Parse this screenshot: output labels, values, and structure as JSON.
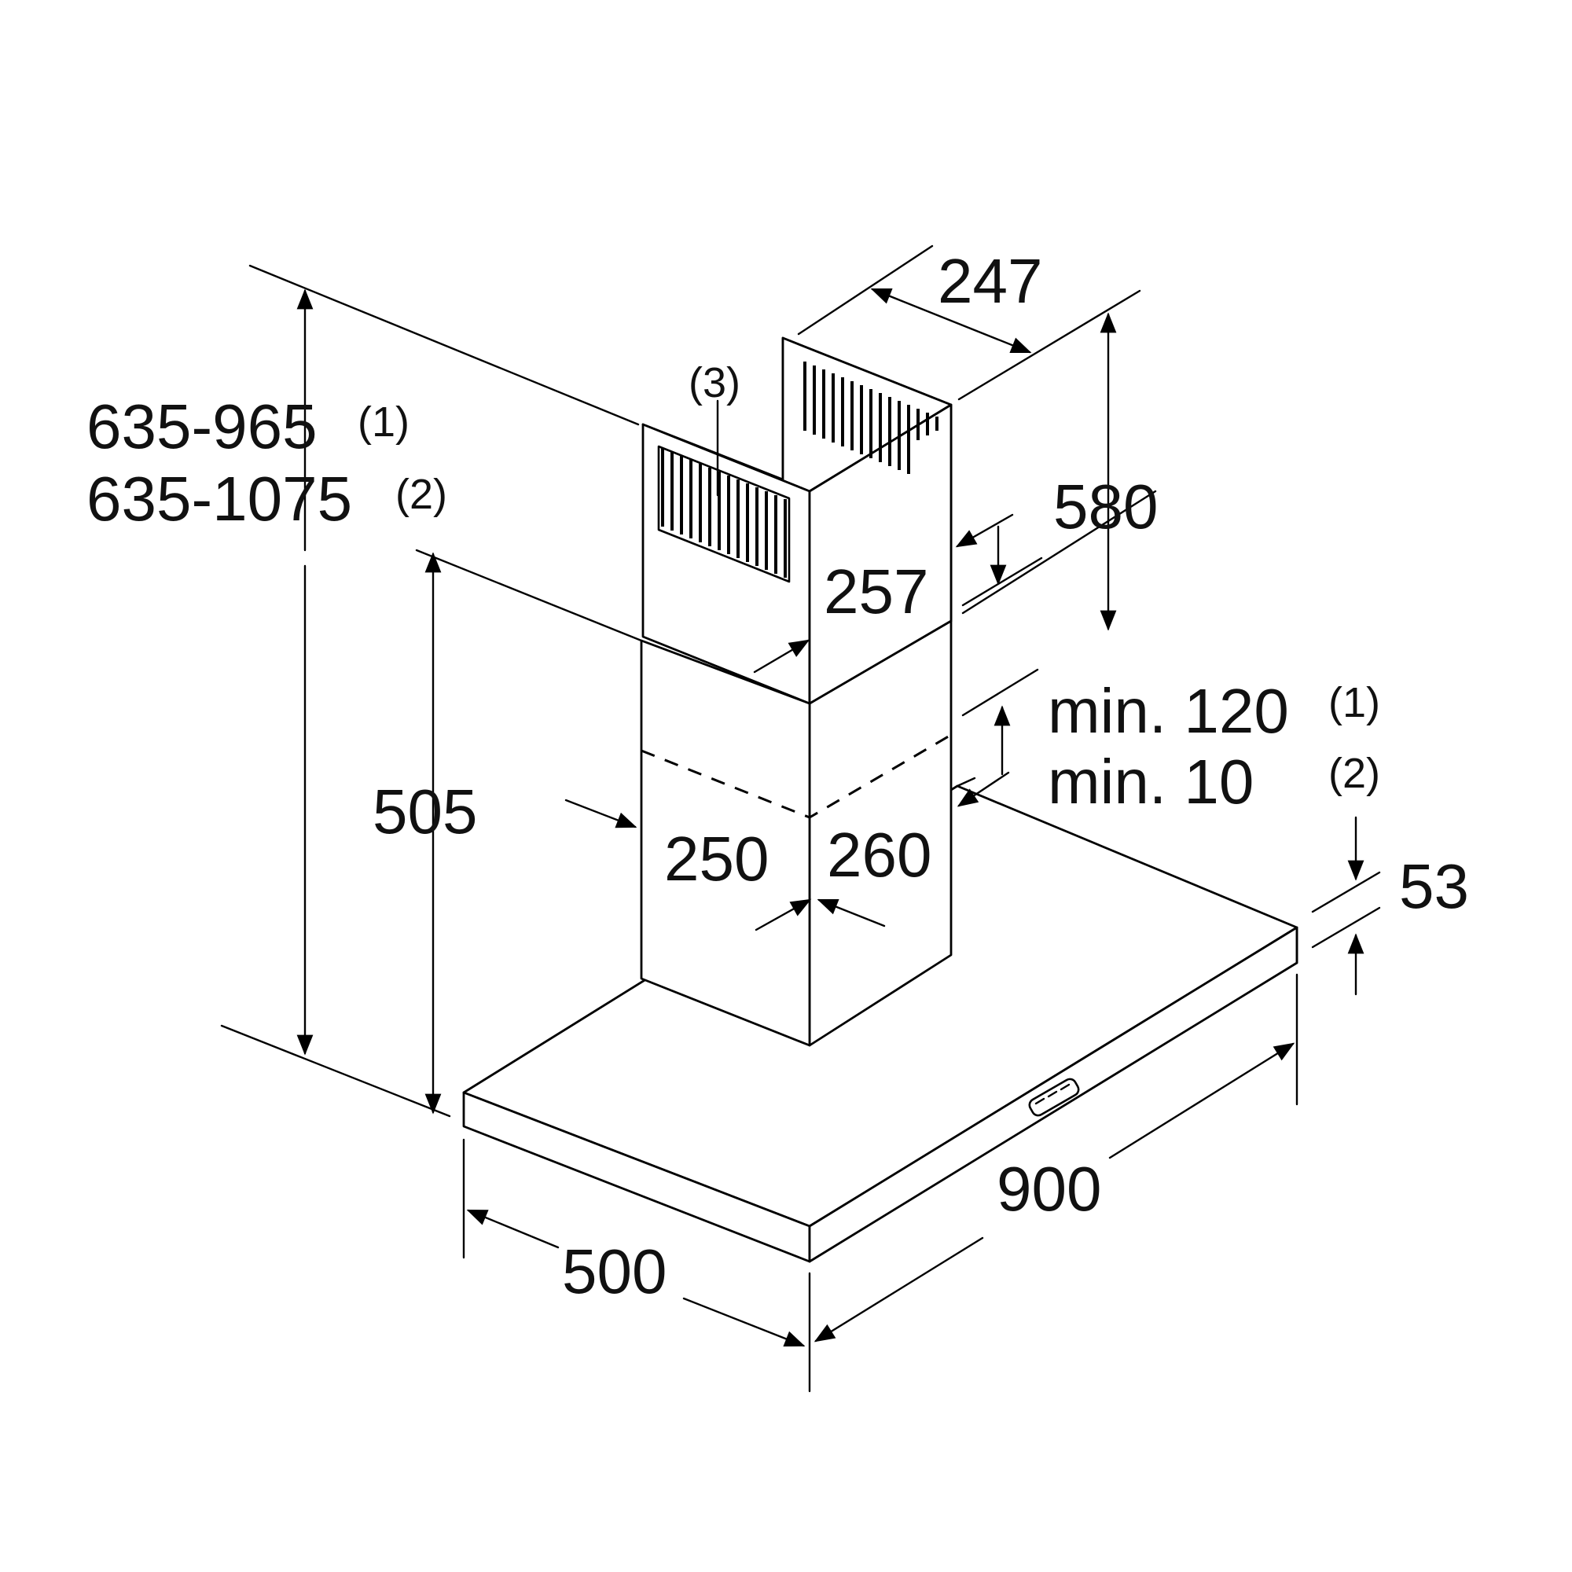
{
  "labels": {
    "overall_height_1": "635-965",
    "overall_height_2": "635-1075",
    "note_1": "(1)",
    "note_2": "(2)",
    "note_3": "(3)",
    "height_505": "505",
    "duct_width": "247",
    "duct_height": "580",
    "duct_depth": "257",
    "inner_duct_left": "250",
    "inner_duct_right": "260",
    "gap_min_1": "min. 120",
    "gap_min_2": "min. 10",
    "canopy_thickness": "53",
    "depth_500": "500",
    "width_900": "900"
  }
}
